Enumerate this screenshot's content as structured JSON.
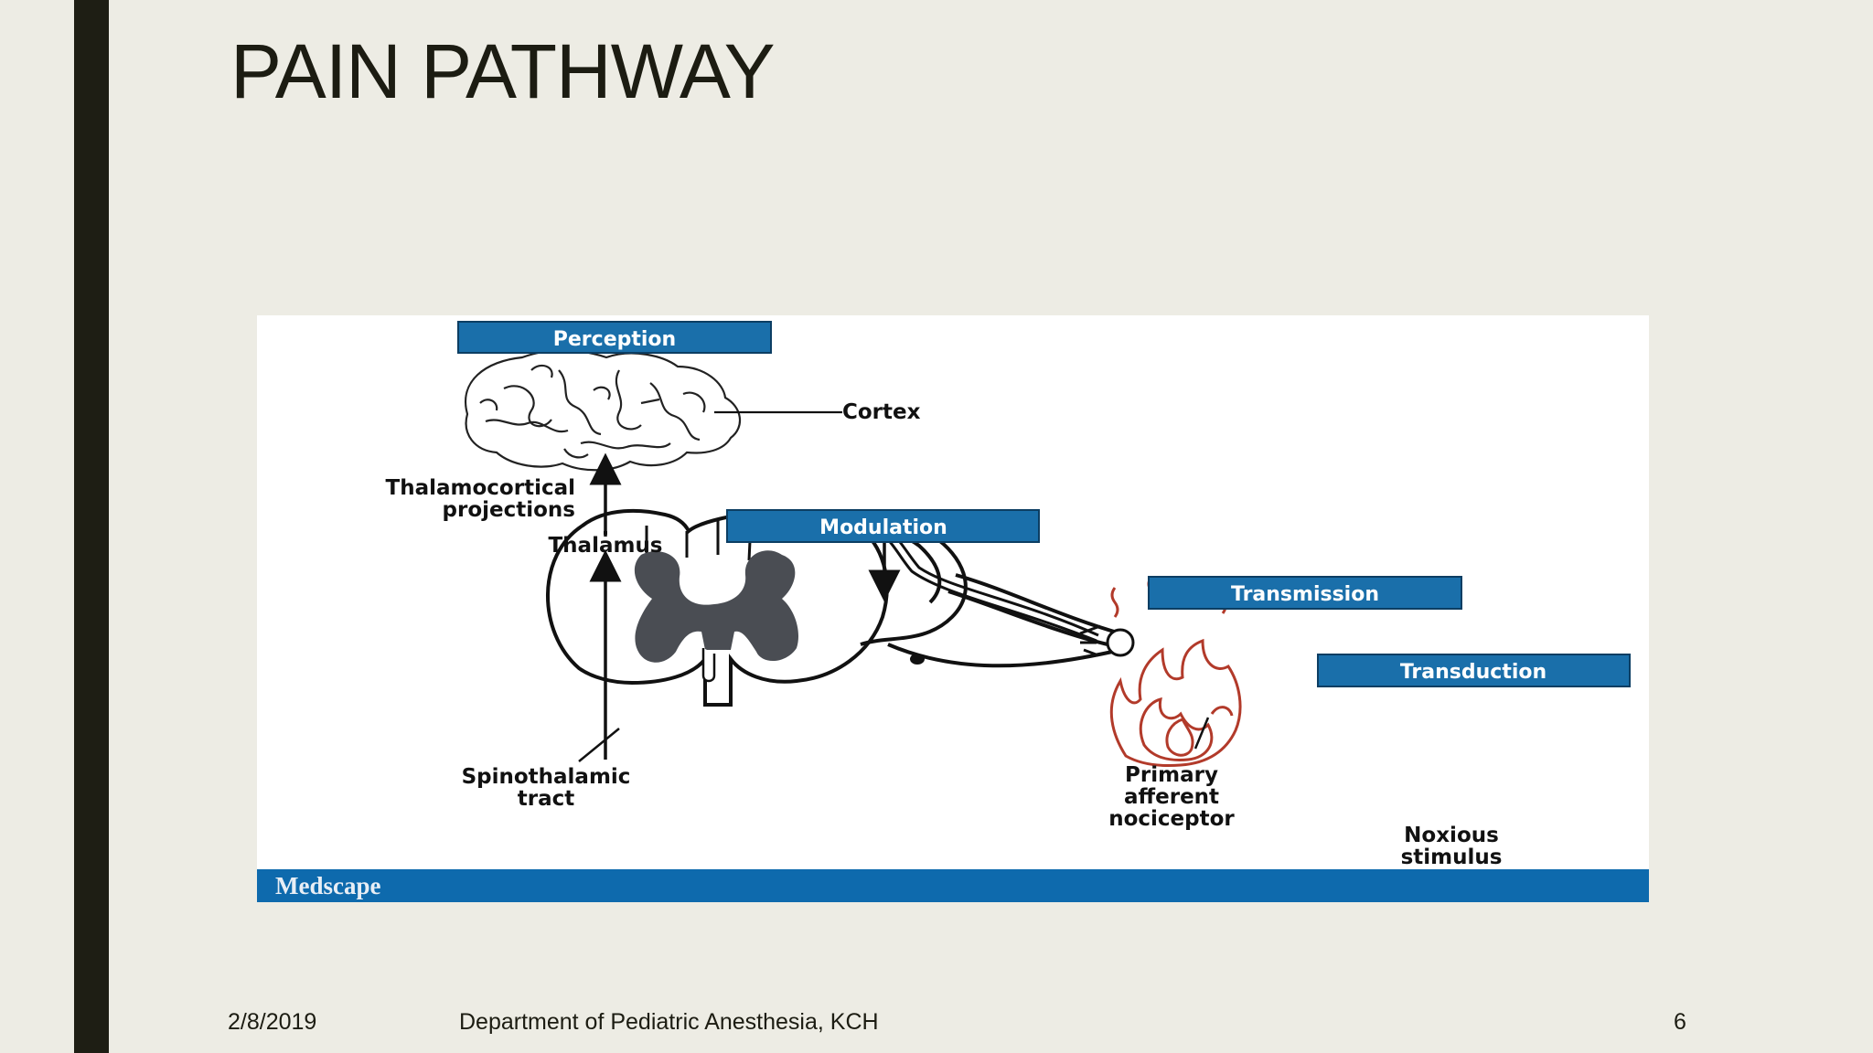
{
  "slide": {
    "title": "PAIN PATHWAY",
    "footer_date": "2/8/2019",
    "footer_department": "Department of Pediatric Anesthesia, KCH",
    "page_number": "6"
  },
  "diagram": {
    "stage_labels": {
      "perception": "Perception",
      "modulation": "Modulation",
      "transmission": "Transmission",
      "transduction": "Transduction"
    },
    "anatomy_labels": {
      "cortex": "Cortex",
      "thalamocortical_line1": "Thalamocortical",
      "thalamocortical_line2": "projections",
      "thalamus": "Thalamus",
      "spinothalamic_line1": "Spinothalamic",
      "spinothalamic_line2": "tract",
      "nociceptor_line1": "Primary",
      "nociceptor_line2": "afferent",
      "nociceptor_line3": "nociceptor",
      "stimulus_line1": "Noxious",
      "stimulus_line2": "stimulus"
    },
    "source_logo": "Medscape",
    "colors": {
      "stage_box": "#1a6faa",
      "banner": "#0e6aad",
      "gray_matter": "#4a4d53",
      "flame": "#b23a2a"
    }
  }
}
